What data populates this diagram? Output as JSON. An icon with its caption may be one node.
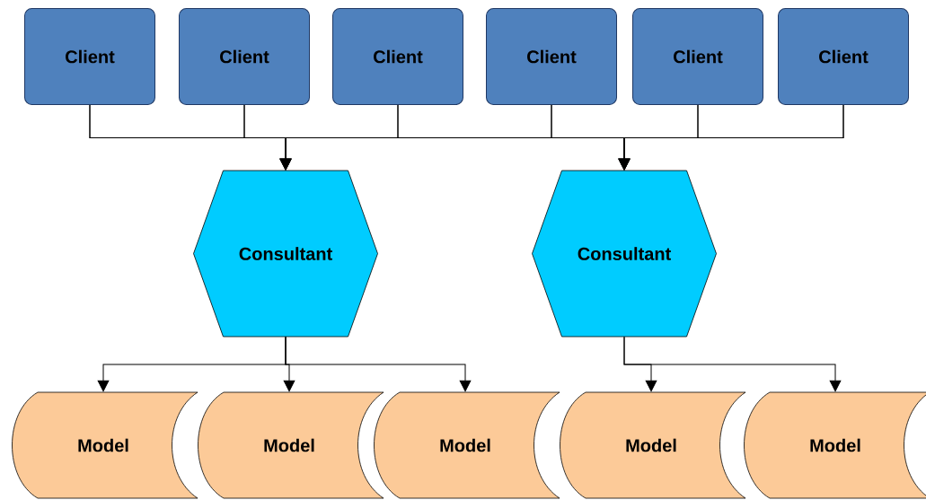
{
  "diagram": {
    "nodes": [
      {
        "text": [
          "Client"
        ]
      },
      {
        "text": [
          "Client"
        ]
      },
      {
        "text": [
          "Client"
        ]
      },
      {
        "text": [
          "Client"
        ]
      },
      {
        "text": [
          "Client"
        ]
      },
      {
        "text": [
          "Client"
        ]
      },
      {
        "text": [
          "Consultant"
        ]
      },
      {
        "text": [
          "Consultant"
        ]
      },
      {
        "text": [
          "Model"
        ]
      },
      {
        "text": [
          "Model"
        ]
      },
      {
        "text": [
          "Model"
        ]
      },
      {
        "text": [
          "Model"
        ]
      },
      {
        "text": [
          "Model"
        ]
      }
    ],
    "edges": [
      {
        "from": 0,
        "to": 6,
        "arrow": "to"
      },
      {
        "from": 1,
        "to": 6,
        "arrow": "to"
      },
      {
        "from": 2,
        "to": 6,
        "arrow": "to"
      },
      {
        "from": 3,
        "to": 6,
        "arrow": "to"
      },
      {
        "from": 4,
        "to": 6,
        "arrow": "to"
      },
      {
        "from": 5,
        "to": 6,
        "arrow": "to"
      },
      {
        "from": 0,
        "to": 7,
        "arrow": "to"
      },
      {
        "from": 1,
        "to": 7,
        "arrow": "to"
      },
      {
        "from": 2,
        "to": 7,
        "arrow": "to"
      },
      {
        "from": 3,
        "to": 7,
        "arrow": "to"
      },
      {
        "from": 4,
        "to": 7,
        "arrow": "to"
      },
      {
        "from": 5,
        "to": 7,
        "arrow": "to"
      },
      {
        "from": 6,
        "to": 8,
        "arrow": "to"
      },
      {
        "from": 6,
        "to": 9,
        "arrow": "to"
      },
      {
        "from": 6,
        "to": 10,
        "arrow": "to"
      },
      {
        "from": 7,
        "to": 11,
        "arrow": "to"
      },
      {
        "from": 7,
        "to": 12,
        "arrow": "to"
      }
    ]
  }
}
